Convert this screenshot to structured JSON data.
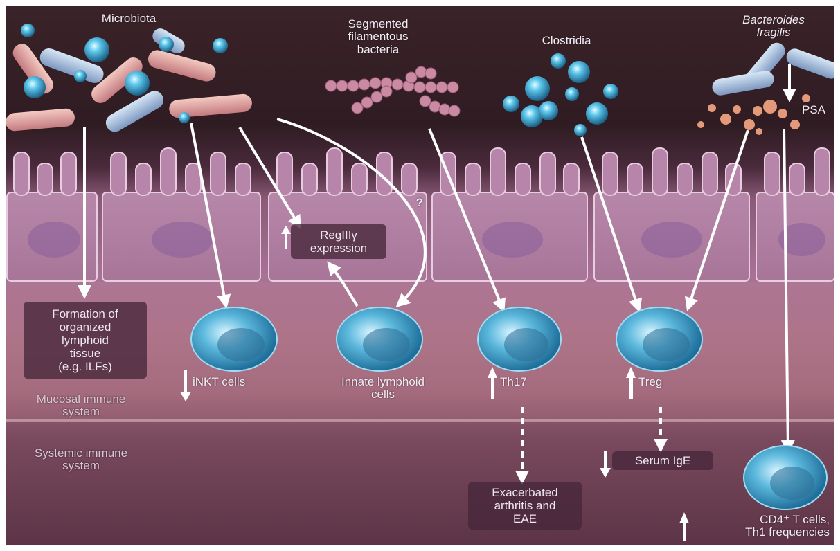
{
  "colors": {
    "cell": "#b07ea3",
    "cell_border": "#e8cde0",
    "immune_cell": "#4fb4d8",
    "arrow": "#ffffff",
    "nucleus": "#8a5e9a"
  },
  "top_labels": {
    "microbiota": "Microbiota",
    "sfb": [
      "Segmented",
      "filamentous",
      "bacteria"
    ],
    "clostridia": "Clostridia",
    "bacteroides": [
      "Bacteroides",
      "fragilis"
    ],
    "psa": "PSA"
  },
  "epithelium": {
    "question_mark": "?",
    "regiii": [
      "RegIIIγ",
      "expression"
    ]
  },
  "mucosal": {
    "lymphoid_tissue": [
      "Formation of",
      "organized",
      "lymphoid",
      "tissue",
      "(e.g. ILFs)"
    ],
    "inkt": "iNKT cells",
    "ilc": [
      "Innate lymphoid",
      "cells"
    ],
    "th17": "Th17",
    "treg": "Treg",
    "layer_label": [
      "Mucosal immune",
      "system"
    ]
  },
  "systemic": {
    "layer_label": [
      "Systemic immune",
      "system"
    ],
    "serum_ige": "Serum IgE",
    "arthritis": [
      "Exacerbated",
      "arthritis and",
      "EAE"
    ],
    "cd4": [
      "CD4⁺ T cells,",
      "Th1 frequencies"
    ]
  },
  "arrow_directions": {
    "regiii": "up",
    "inkt": "down",
    "th17": "up",
    "treg": "up",
    "serum_ige": "down",
    "cd4": "up"
  },
  "icons": [
    "microbiota-rod-icon",
    "microbiota-cocci-icon",
    "sfb-chain-icon",
    "clostridia-cluster-icon",
    "bacteroides-rod-icon",
    "psa-particle-icon",
    "immune-cell-icon",
    "epithelial-cell-icon"
  ]
}
